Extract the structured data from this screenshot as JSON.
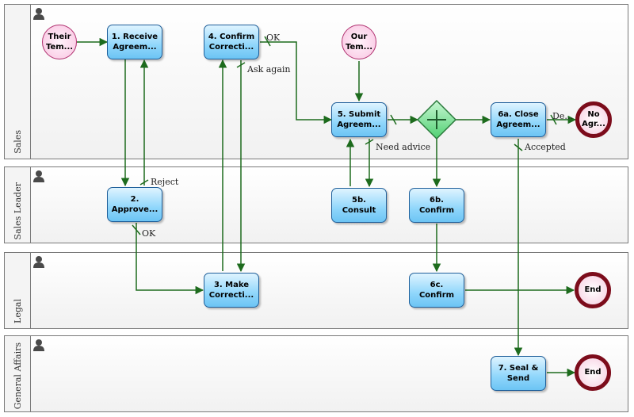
{
  "lanes": [
    {
      "label": "Sales"
    },
    {
      "label": "Sales Leader"
    },
    {
      "label": "Legal"
    },
    {
      "label": "General Affairs"
    }
  ],
  "events": {
    "their_template": "Their\nTem...",
    "our_template": "Our\nTem...",
    "no_agreement": "No\nAgr...",
    "end_legal": "End",
    "end_general": "End"
  },
  "tasks": {
    "receive": "1. Receive\nAgreem...",
    "approve": "2.\nApprove...",
    "make_corrections": "3. Make\nCorrecti...",
    "confirm_corrections": "4. Confirm\nCorrecti...",
    "submit": "5. Submit\nAgreem...",
    "consult": "5b.\nConsult",
    "close": "6a. Close\nAgreem...",
    "confirm_6b": "6b.\nConfirm",
    "confirm_6c": "6c.\nConfirm",
    "seal_send": "7. Seal &\nSend"
  },
  "flow_labels": {
    "reject": "Reject",
    "ok_approve": "OK",
    "ok_confirm": "OK",
    "ask_again": "Ask again",
    "need_advice": "Need advice",
    "accepted": "Accepted",
    "declined": "De..."
  },
  "colors": {
    "flow": "#1d6b1d",
    "task_border": "#1f5f9a",
    "gateway_fill": "#6fe08a",
    "end_border": "#7c0c1b"
  },
  "icons": {
    "lane_role": "person-icon",
    "gateway": "parallel-gateway-icon"
  }
}
